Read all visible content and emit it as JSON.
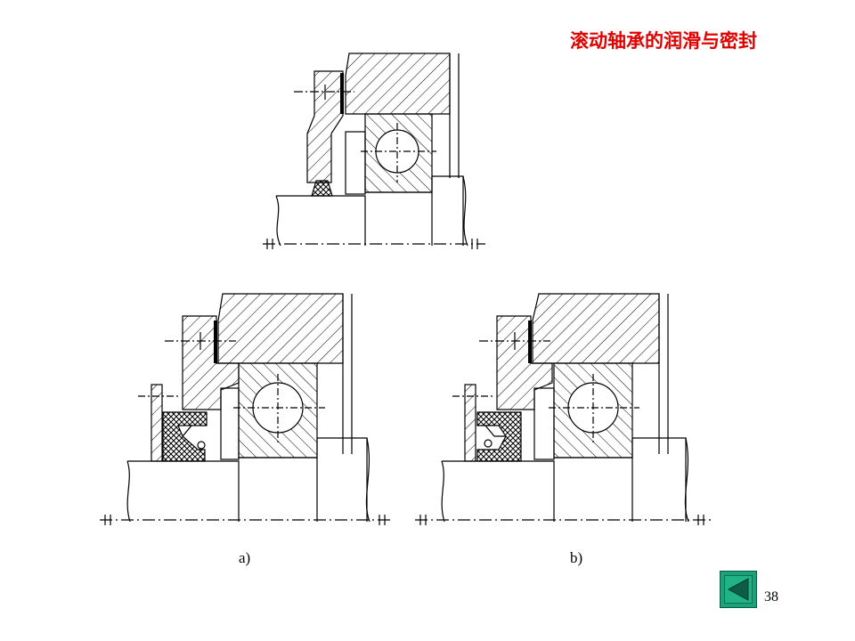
{
  "slide": {
    "title": "滚动轴承的润滑与密封",
    "page_number": "38"
  },
  "figures": {
    "top": {
      "caption": ""
    },
    "a": {
      "caption": "a)"
    },
    "b": {
      "caption": "b)"
    }
  },
  "nav": {
    "back_icon": "triangle-left-icon",
    "colors": {
      "fill": "#22b384",
      "border": "#0c5a42",
      "triangle": "#0b5d46"
    }
  },
  "colors": {
    "title": "#e00000",
    "line": "#000000"
  }
}
